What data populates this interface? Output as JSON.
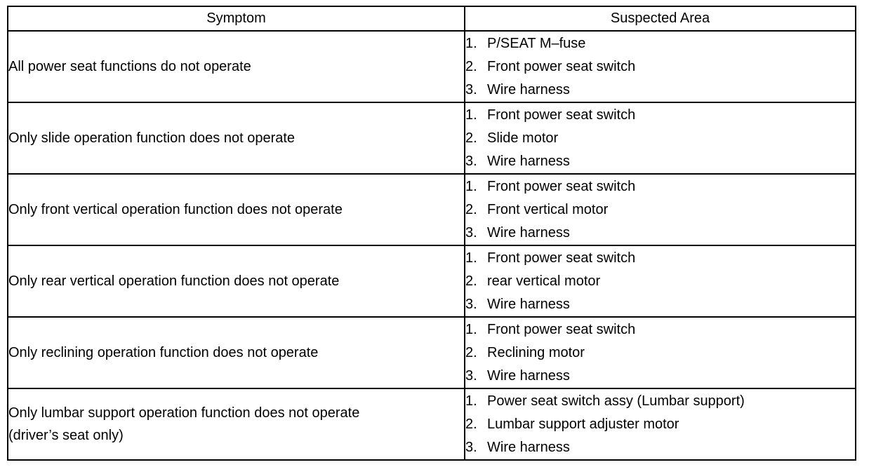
{
  "headers": {
    "symptom": "Symptom",
    "area": "Suspected Area"
  },
  "rows": [
    {
      "symptom": [
        "All power seat functions do not operate"
      ],
      "areas": [
        {
          "num": "1.",
          "text": "P/SEAT M–fuse"
        },
        {
          "num": "2.",
          "text": "Front power seat switch"
        },
        {
          "num": "3.",
          "text": "Wire harness"
        }
      ]
    },
    {
      "symptom": [
        "Only slide operation function does not operate"
      ],
      "areas": [
        {
          "num": "1.",
          "text": "Front power seat switch"
        },
        {
          "num": "2.",
          "text": "Slide motor"
        },
        {
          "num": "3.",
          "text": "Wire harness"
        }
      ]
    },
    {
      "symptom": [
        "Only front vertical operation function does not operate"
      ],
      "areas": [
        {
          "num": "1.",
          "text": "Front power seat switch"
        },
        {
          "num": "2.",
          "text": "Front vertical motor"
        },
        {
          "num": "3.",
          "text": "Wire harness"
        }
      ]
    },
    {
      "symptom": [
        "Only rear vertical operation function does not operate"
      ],
      "areas": [
        {
          "num": "1.",
          "text": "Front power seat switch"
        },
        {
          "num": "2.",
          "text": "rear vertical motor"
        },
        {
          "num": "3.",
          "text": "Wire harness"
        }
      ]
    },
    {
      "symptom": [
        "Only reclining operation function does not operate"
      ],
      "areas": [
        {
          "num": "1.",
          "text": "Front power seat switch"
        },
        {
          "num": "2.",
          "text": "Reclining motor"
        },
        {
          "num": "3.",
          "text": "Wire harness"
        }
      ]
    },
    {
      "symptom": [
        "Only lumbar support operation function does not operate",
        "(driver’s seat only)"
      ],
      "areas": [
        {
          "num": "1.",
          "text": "Power seat switch assy (Lumbar support)"
        },
        {
          "num": "2.",
          "text": "Lumbar support adjuster motor"
        },
        {
          "num": "3.",
          "text": "Wire harness"
        }
      ]
    }
  ]
}
